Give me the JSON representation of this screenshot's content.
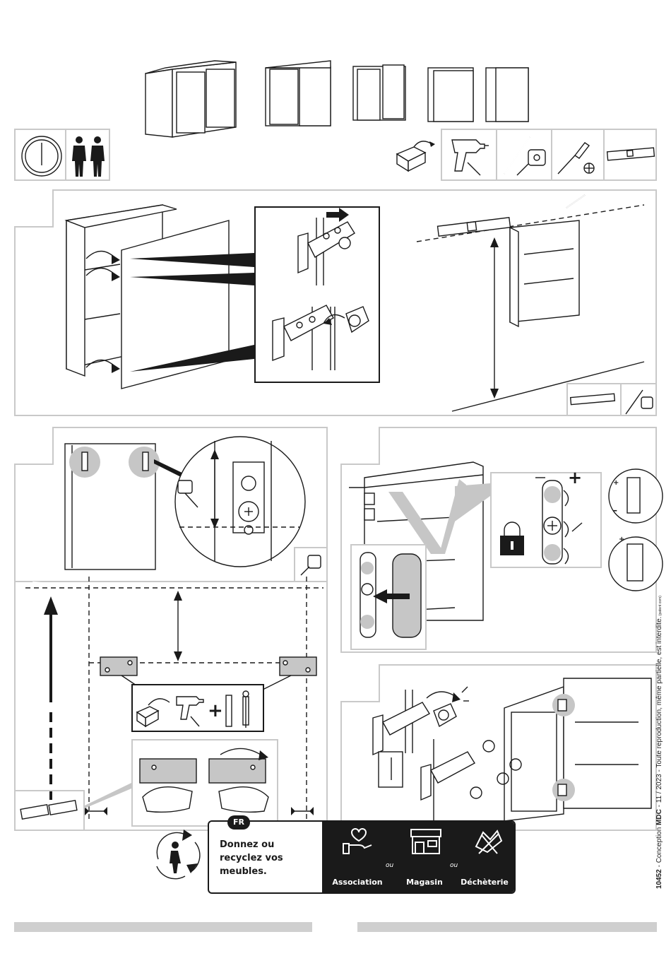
{
  "recycling": {
    "badge": "FR",
    "message": "Donnez ou recyclez vos meubles.",
    "options": [
      "Association",
      "Magasin",
      "Déchèterie"
    ],
    "separator": "ou"
  },
  "credits": {
    "doc_number": "10452",
    "designer_prefix": " - Conception ",
    "designer": "MDC",
    "date_notice": " - 11 / 2023 - Toute reproduction, même partielle, est interdite.",
    "patent": " (patent com)"
  },
  "icons": {
    "time": "clock-icon",
    "people": "two-persons-icon",
    "toolbox": "toolbox-icon",
    "drill": "drill-icon",
    "pencil_tape": "pencil-and-tape-icon",
    "screwdriver": "phillips-screwdriver-icon",
    "level": "spirit-level-icon",
    "lock": "padlock-icon",
    "recycle": "recycling-person-icon"
  },
  "colors": {
    "ink": "#1a1a1a",
    "panel_border": "#c9c9c9",
    "highlight": "#c6c6c6"
  }
}
